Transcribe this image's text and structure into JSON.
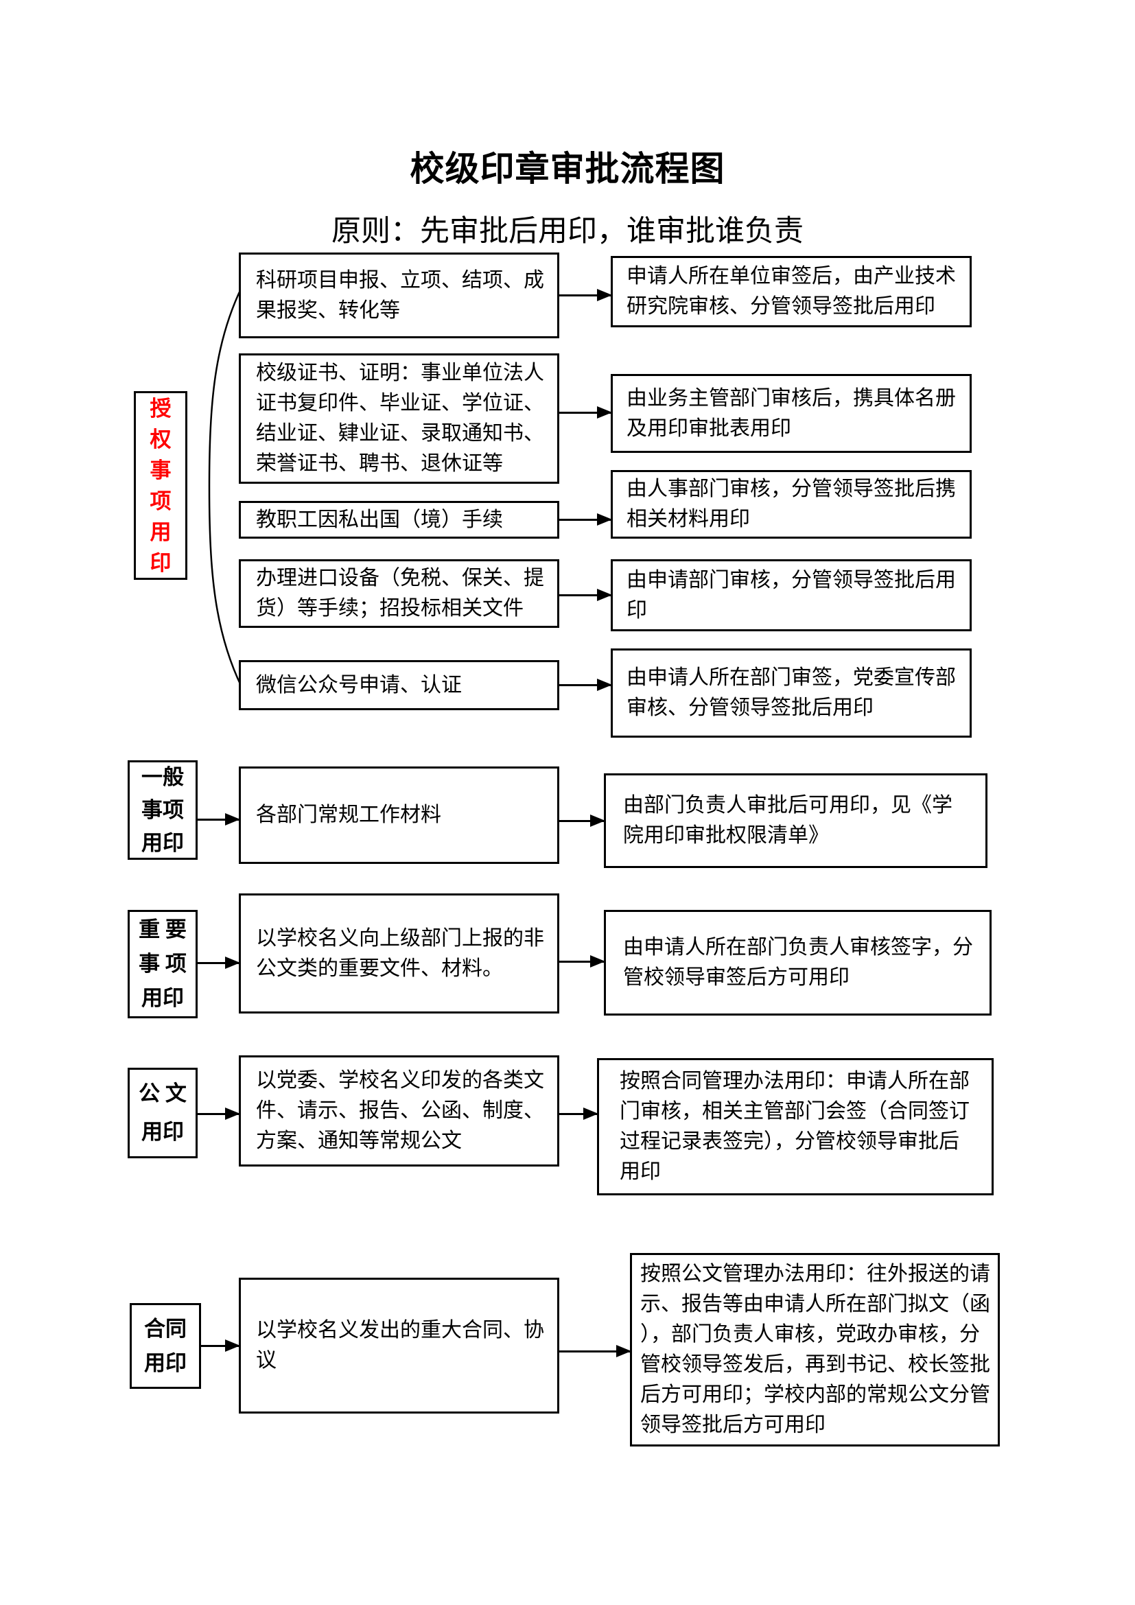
{
  "title": "校级印章审批流程图",
  "subtitle": "原则：先审批后用印，谁审批谁负责",
  "colors": {
    "accent_red": "#ff0000",
    "line_black": "#000000"
  },
  "authorized": {
    "label": "授\n权\n事\n项\n用\n印",
    "rows": [
      {
        "item": "科研项目申报、立项、结项、成果报奖、转化等",
        "process": "申请人所在单位审签后，由产业技术研究院审核、分管领导签批后用印"
      },
      {
        "item": "校级证书、证明：事业单位法人证书复印件、毕业证、学位证、结业证、肄业证、录取通知书、荣誉证书、聘书、退休证等",
        "process": "由业务主管部门审核后，携具体名册及用印审批表用印"
      },
      {
        "item": "教职工因私出国（境）手续",
        "process": "由人事部门审核，分管领导签批后携相关材料用印"
      },
      {
        "item": "办理进口设备（免税、保关、提货）等手续；招投标相关文件",
        "process": "由申请部门审核，分管领导签批后用印"
      },
      {
        "item": "微信公众号申请、认证",
        "process": "由申请人所在部门审签，党委宣传部审核、分管领导签批后用印"
      }
    ]
  },
  "sections": [
    {
      "label": "一般\n事项\n用印",
      "item": "各部门常规工作材料",
      "process": "由部门负责人审批后可用印，见《学院用印审批权限清单》"
    },
    {
      "label": "重 要\n事 项\n用印",
      "item": "以学校名义向上级部门上报的非公文类的重要文件、材料。",
      "process": "由申请人所在部门负责人审核签字，分管校领导审签后方可用印"
    },
    {
      "label": "公 文\n用印",
      "item": "以党委、学校名义印发的各类文件、请示、报告、公函、制度、方案、通知等常规公文",
      "process": "按照合同管理办法用印：申请人所在部门审核，相关主管部门会签（合同签订过程记录表签完），分管校领导审批后用印"
    },
    {
      "label": "合同\n用印",
      "item": "以学校名义发出的重大合同、协议",
      "process": "按照公文管理办法用印：往外报送的请示、报告等由申请人所在部门拟文（函），部门负责人审核，党政办审核，分管校领导签发后，再到书记、校长签批后方可用印；学校内部的常规公文分管领导签批后方可用印"
    }
  ]
}
